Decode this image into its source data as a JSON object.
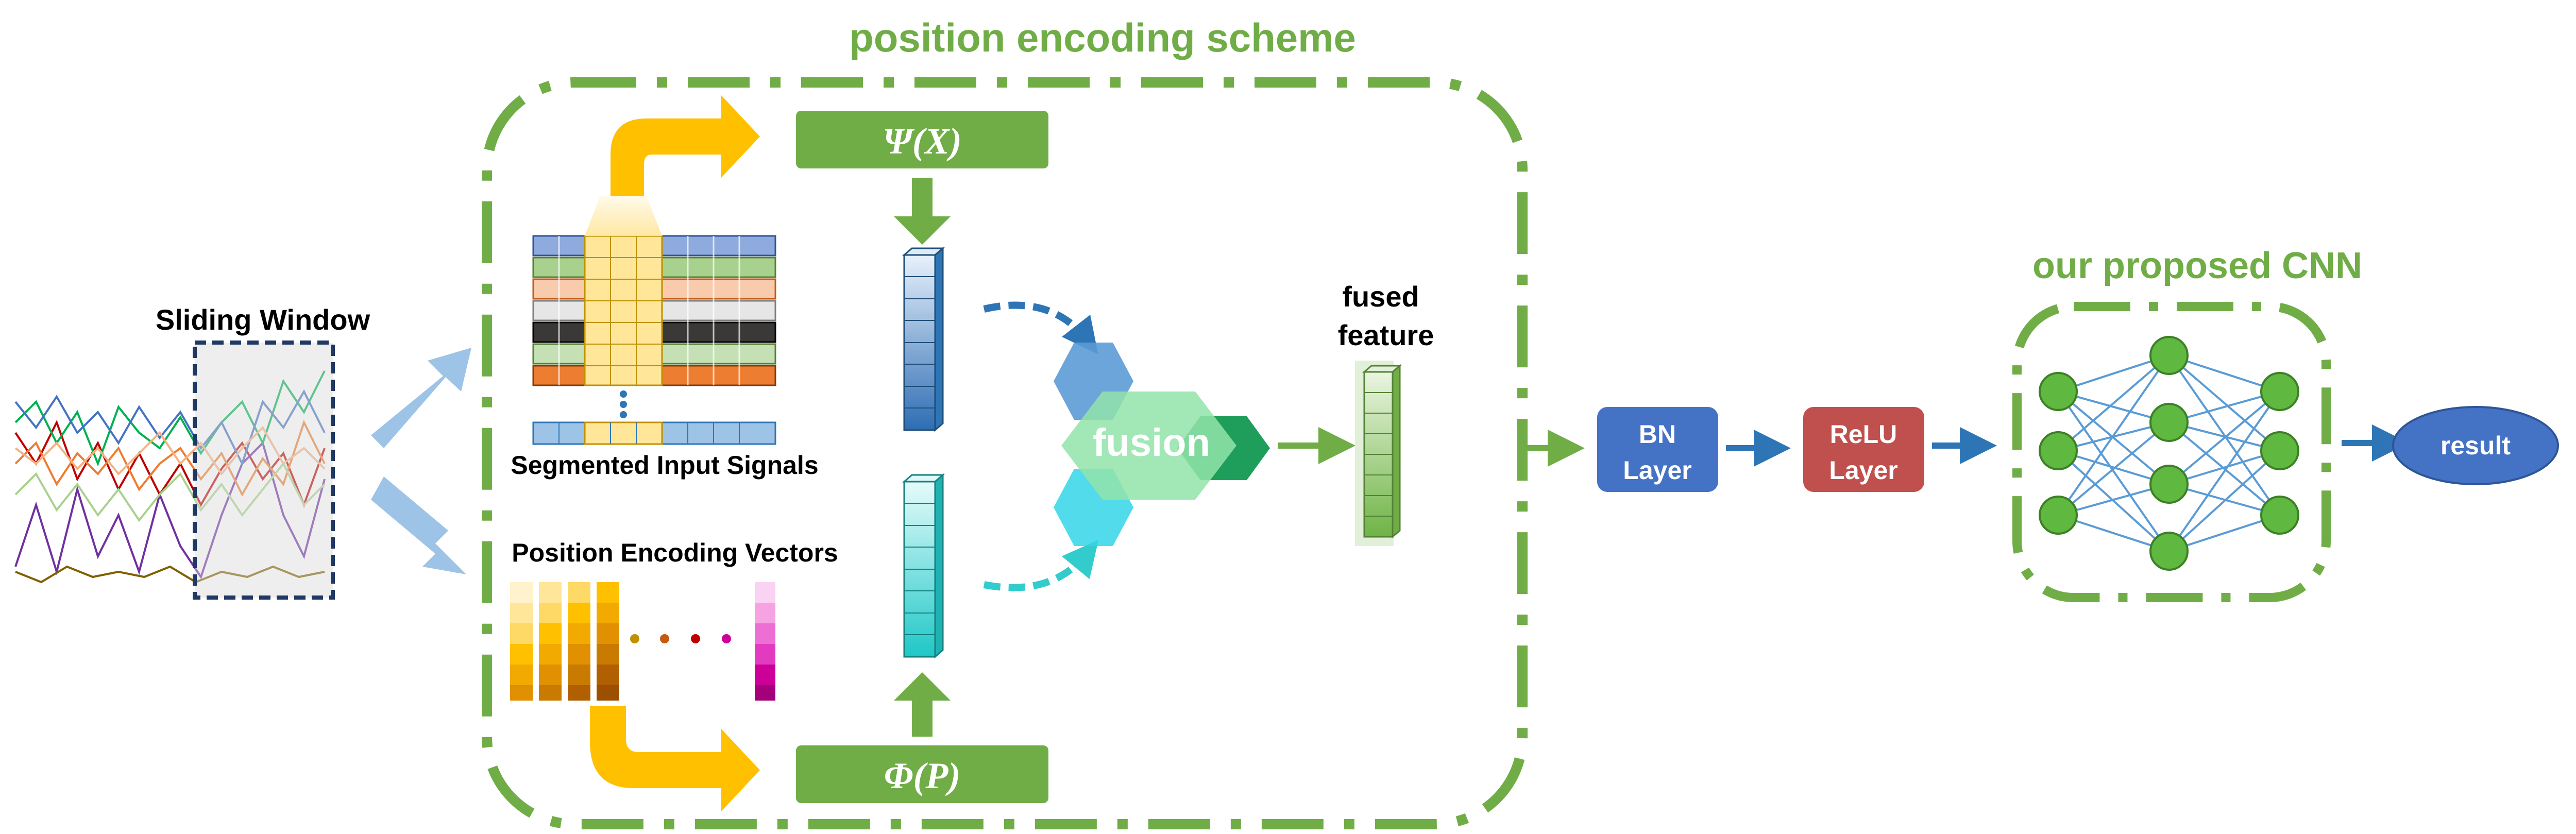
{
  "titles": {
    "scheme": "position encoding scheme",
    "cnn": "our proposed CNN"
  },
  "labels": {
    "sliding_window": "Sliding Window",
    "segmented_signals": "Segmented Input Signals",
    "position_vectors": "Position Encoding Vectors",
    "psi_x": "Ψ(X)",
    "phi_p": "Φ(P)",
    "fusion": "fusion",
    "fused_feature_line1": "fused",
    "fused_feature_line2": "feature",
    "bn_line1": "BN",
    "bn_line2": "Layer",
    "relu_line1": "ReLU",
    "relu_line2": "Layer",
    "result": "result"
  },
  "colors": {
    "green": "#70AD47",
    "dark_green": "#4E8A2E",
    "blue": "#4472C4",
    "dark_blue": "#2E75B6",
    "light_blue": "#9DC3E6",
    "yellow": "#FFC000",
    "red_box": "#C0504D",
    "node_green": "#5FB840",
    "cyan": "#33CCCC"
  },
  "icons": {
    "signal_plot": "multichannel-signal-icon",
    "neural_net": "neural-network-icon"
  }
}
